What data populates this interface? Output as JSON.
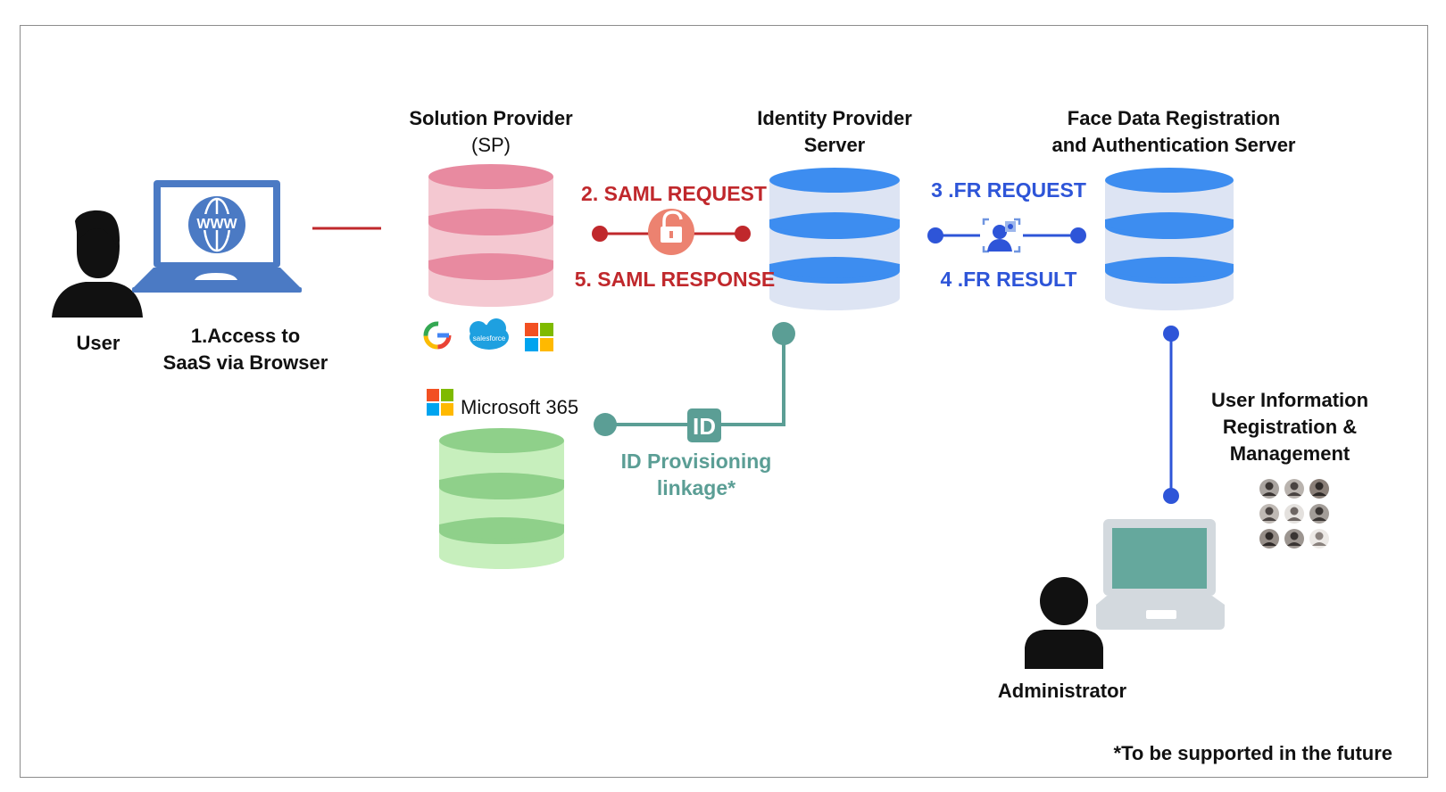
{
  "nodes": {
    "user": "User",
    "access": [
      "1.Access to",
      "SaaS via Browser"
    ],
    "sp": [
      "Solution Provider",
      "(SP)"
    ],
    "idp": [
      "Identity Provider",
      "Server"
    ],
    "fr": [
      "Face Data Registration",
      "and Authentication Server"
    ],
    "ms365": "Microsoft 365",
    "admin": "Administrator",
    "userinfo": [
      "User Information",
      "Registration &",
      "Management"
    ]
  },
  "edges": {
    "saml_request": "2. SAML REQUEST",
    "saml_response": "5. SAML RESPONSE",
    "fr_request": "3 .FR REQUEST",
    "fr_result": "4 .FR RESULT",
    "id_provisioning": [
      "ID Provisioning",
      "linkage*"
    ],
    "id_badge": "ID"
  },
  "icons": {
    "browser": "WWW",
    "salesforce": "salesforce",
    "google": "G"
  },
  "footnote": "*To be supported in the future",
  "colors": {
    "saml": "#c0282c",
    "fr": "#2e55d8",
    "provision": "#5b9e95",
    "sp_db": "#e88aa0",
    "idp_db": "#3d8df0",
    "ms_db": "#8fd08a"
  }
}
